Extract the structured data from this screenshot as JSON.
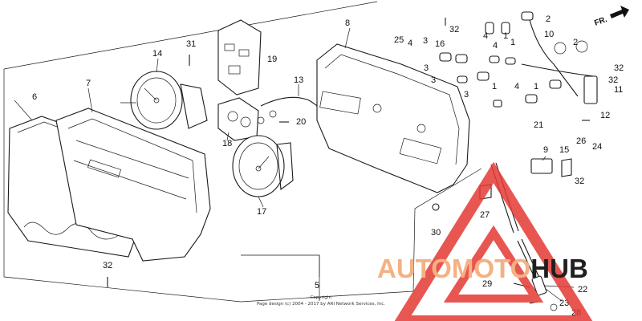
{
  "diagram": {
    "part_numbers": [
      "1",
      "2",
      "3",
      "4",
      "5",
      "6",
      "7",
      "8",
      "9",
      "10",
      "11",
      "12",
      "13",
      "14",
      "15",
      "16",
      "17",
      "18",
      "19",
      "20",
      "21",
      "22",
      "23",
      "24",
      "25",
      "26",
      "27",
      "28",
      "29",
      "30",
      "31",
      "32"
    ],
    "direction_label": "FR.",
    "copyright_line1": "Copyright",
    "copyright_line2": "Page design (c) 2004 - 2017 by ARI Network Services, Inc.",
    "watermark": {
      "part1": "AUTOMOTO",
      "part2": "HUB",
      "color_part1": "#f4b183",
      "color_part2": "#1f1f1f",
      "logo_color": "#e53935"
    }
  }
}
